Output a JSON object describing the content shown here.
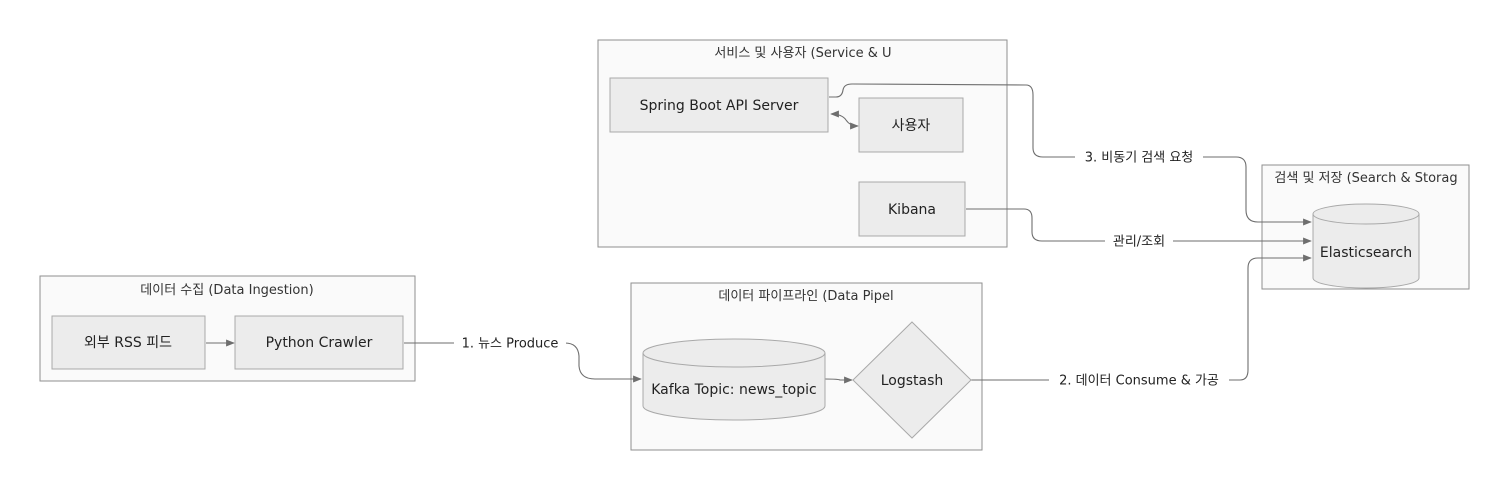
{
  "diagram": {
    "clusters": {
      "service": {
        "title": "서비스 및 사용자 (Service & U"
      },
      "storage": {
        "title": "검색 및 저장 (Search & Storag"
      },
      "ingestion": {
        "title": "데이터 수집 (Data Ingestion)"
      },
      "pipeline": {
        "title": "데이터 파이프라인 (Data Pipel"
      }
    },
    "nodes": {
      "spring": {
        "label": "Spring Boot API Server",
        "shape": "rect"
      },
      "user": {
        "label": "사용자",
        "shape": "rect"
      },
      "kibana": {
        "label": "Kibana",
        "shape": "rect"
      },
      "elastic": {
        "label": "Elasticsearch",
        "shape": "cylinder"
      },
      "rss": {
        "label": "외부 RSS 피드",
        "shape": "rect"
      },
      "crawler": {
        "label": "Python Crawler",
        "shape": "rect"
      },
      "kafka": {
        "label": "Kafka Topic: news_topic",
        "shape": "cylinder"
      },
      "logstash": {
        "label": "Logstash",
        "shape": "diamond"
      }
    },
    "edges": [
      {
        "id": "rss-crawler",
        "from": "외부 RSS 피드",
        "to": "Python Crawler",
        "label": ""
      },
      {
        "id": "crawler-kafka",
        "from": "Python Crawler",
        "to": "Kafka Topic: news_topic",
        "label": "1. 뉴스 Produce"
      },
      {
        "id": "kafka-logstash",
        "from": "Kafka Topic: news_topic",
        "to": "Logstash",
        "label": ""
      },
      {
        "id": "logstash-elastic",
        "from": "Logstash",
        "to": "Elasticsearch",
        "label": "2. 데이터 Consume & 가공"
      },
      {
        "id": "spring-elastic",
        "from": "Spring Boot API Server",
        "to": "Elasticsearch",
        "label": "3. 비동기 검색 요청"
      },
      {
        "id": "kibana-elastic",
        "from": "Kibana",
        "to": "Elasticsearch",
        "label": "관리/조회"
      },
      {
        "id": "user-spring",
        "from": "사용자",
        "to": "Spring Boot API Server",
        "label": "",
        "bidirectional": true
      }
    ],
    "edge_labels": {
      "produce": "1. 뉴스 Produce",
      "consume": "2. 데이터 Consume & 가공",
      "search": "3. 비동기 검색 요청",
      "manage": "관리/조회"
    }
  }
}
